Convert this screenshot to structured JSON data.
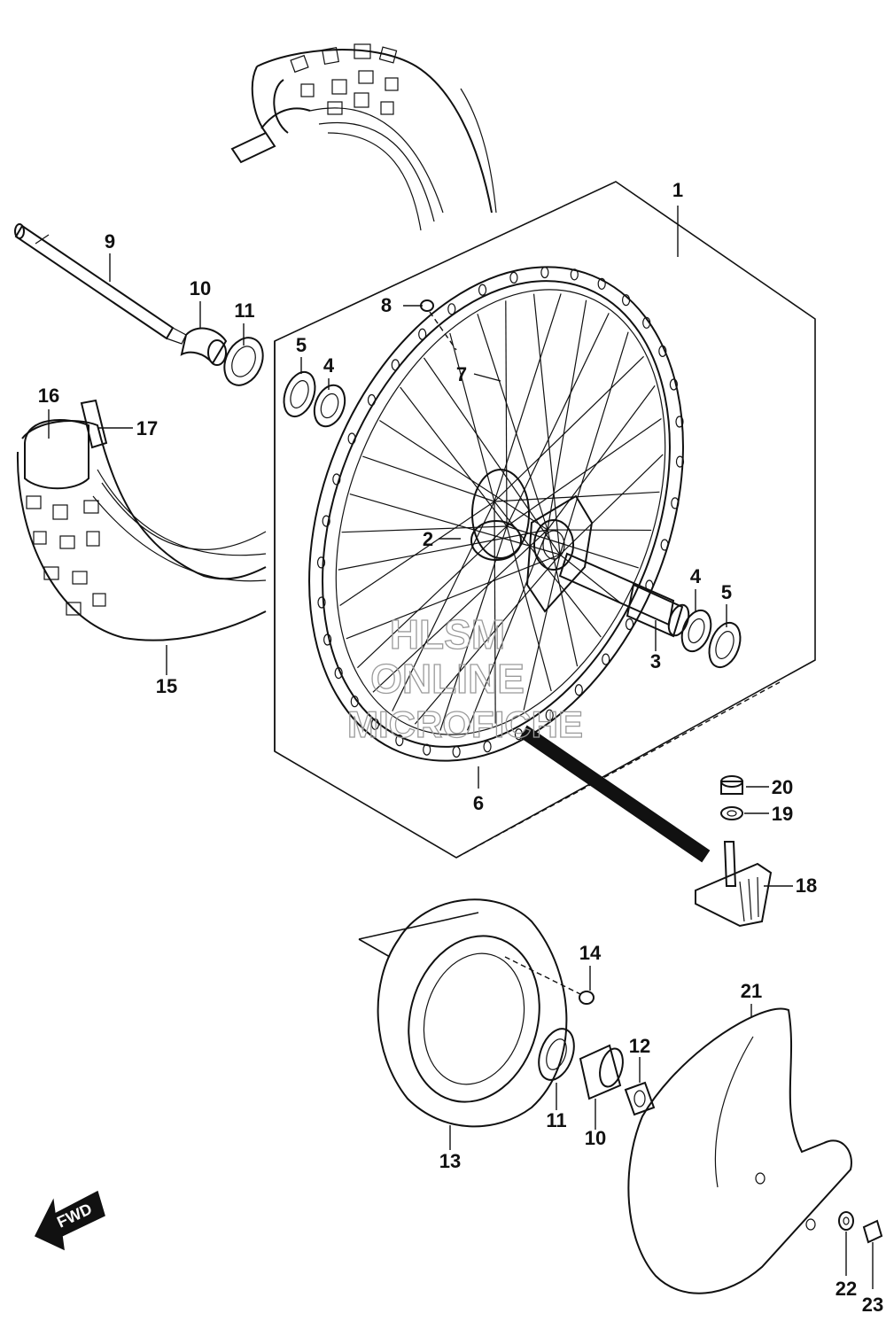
{
  "callouts": {
    "c1": "1",
    "c2": "2",
    "c3": "3",
    "c4a": "4",
    "c4b": "4",
    "c5a": "5",
    "c5b": "5",
    "c6": "6",
    "c7": "7",
    "c8": "8",
    "c9": "9",
    "c10a": "10",
    "c10b": "10",
    "c11a": "11",
    "c11b": "11",
    "c12": "12",
    "c13": "13",
    "c14": "14",
    "c15": "15",
    "c16": "16",
    "c17": "17",
    "c18": "18",
    "c19": "19",
    "c20": "20",
    "c21": "21",
    "c22": "22",
    "c23": "23"
  },
  "watermark": {
    "line1": "HLSM",
    "line2": "ONLINE",
    "line3": "MICROFICHE"
  },
  "direction_label": "FWD"
}
